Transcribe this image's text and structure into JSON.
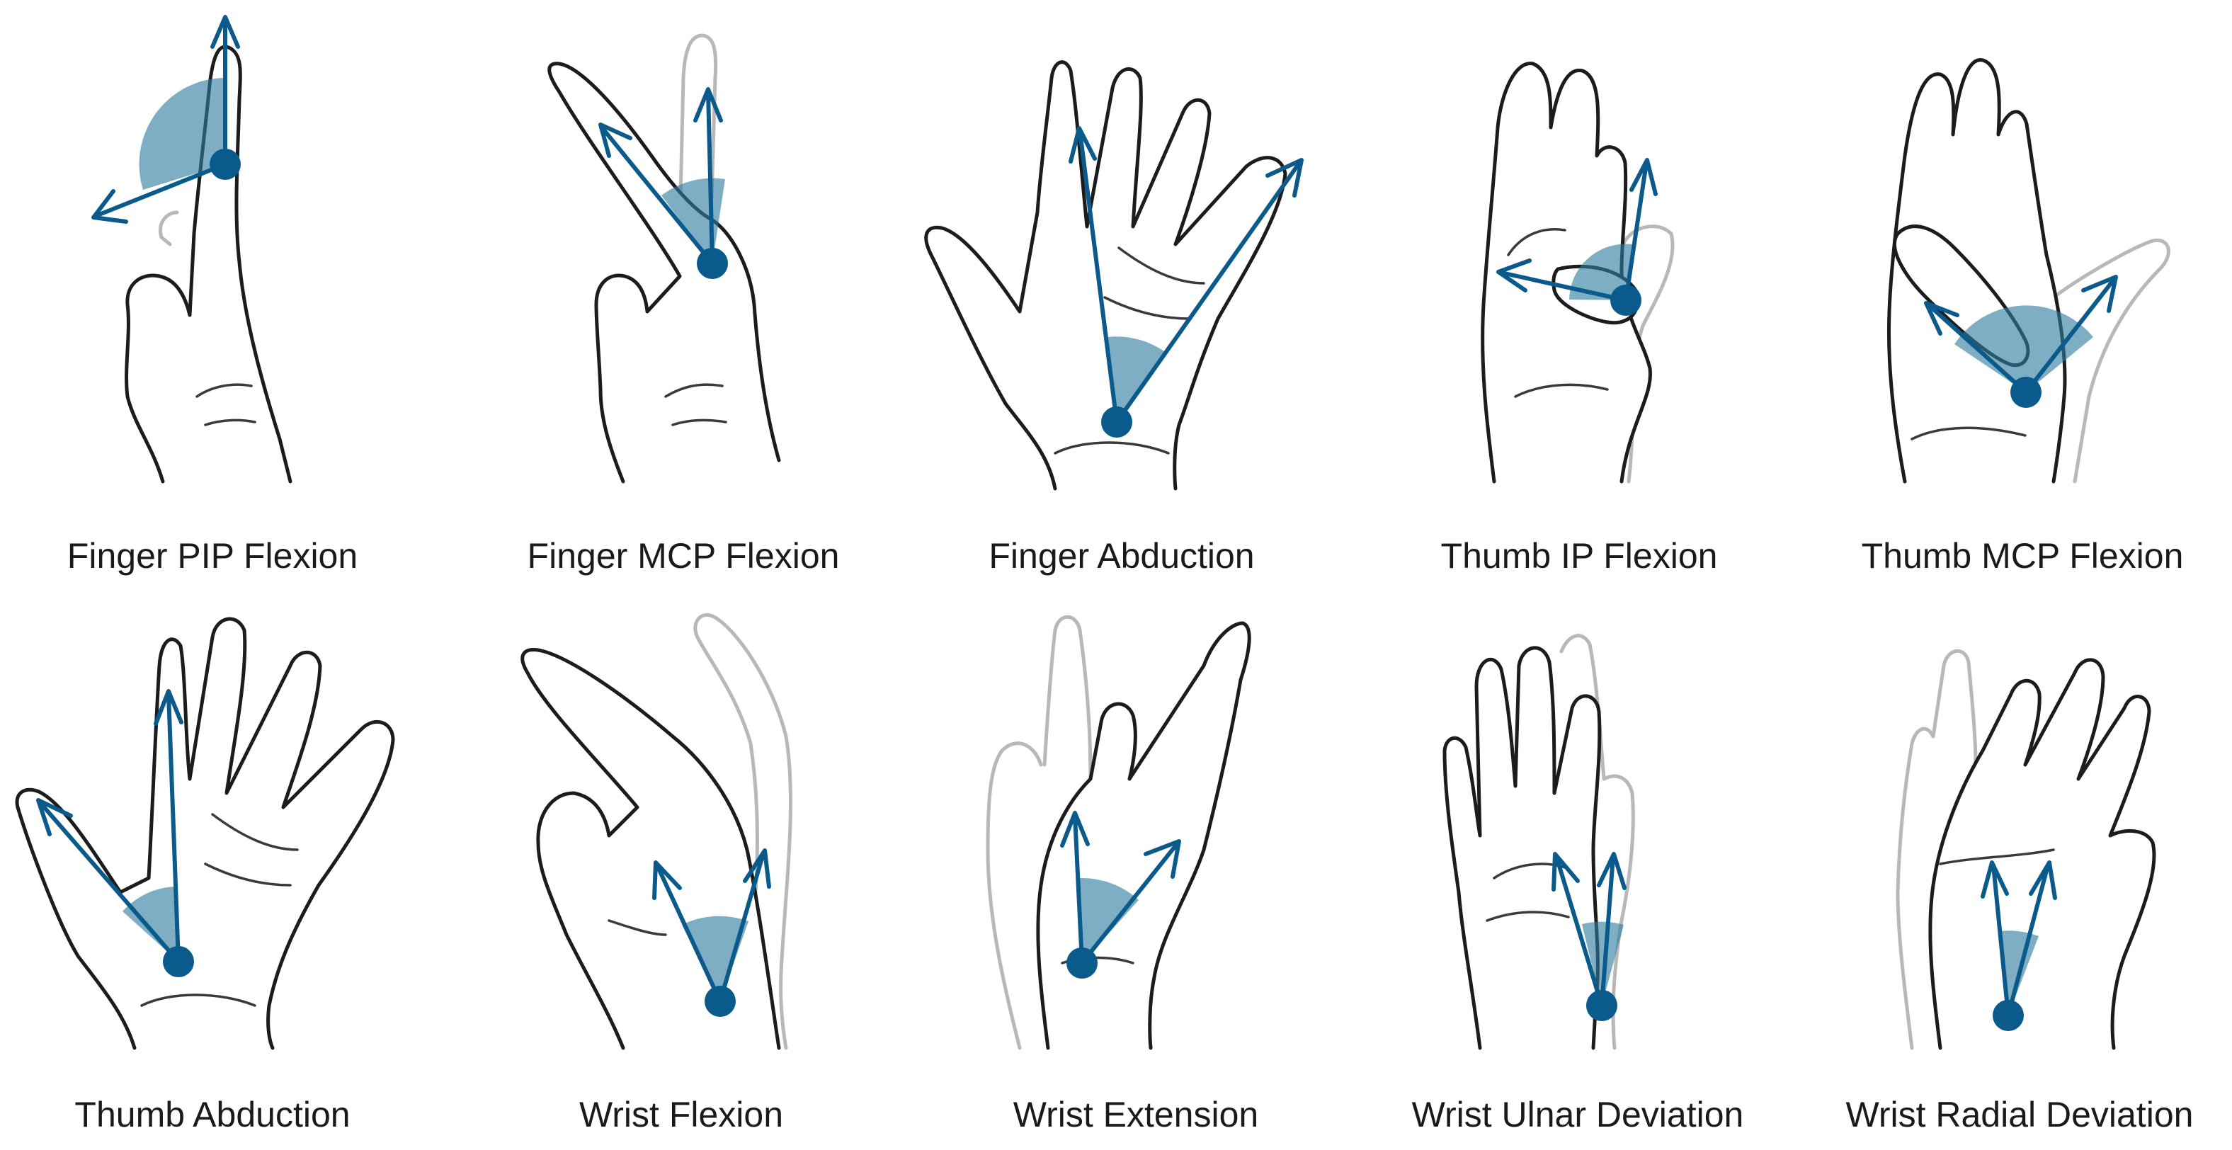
{
  "colors": {
    "accent": "#0b5a8c",
    "sector_fill": "#2f7d9f",
    "outline": "#1c1c1c",
    "ghost_outline": "#b8b8b8"
  },
  "panels": [
    {
      "caption": "Finger PIP Flexion"
    },
    {
      "caption": "Finger MCP Flexion"
    },
    {
      "caption": "Finger Abduction"
    },
    {
      "caption": "Thumb IP Flexion"
    },
    {
      "caption": "Thumb MCP Flexion"
    },
    {
      "caption": "Thumb Abduction"
    },
    {
      "caption": "Wrist Flexion"
    },
    {
      "caption": "Wrist Extension"
    },
    {
      "caption": "Wrist Ulnar Deviation"
    },
    {
      "caption": "Wrist Radial Deviation"
    }
  ]
}
